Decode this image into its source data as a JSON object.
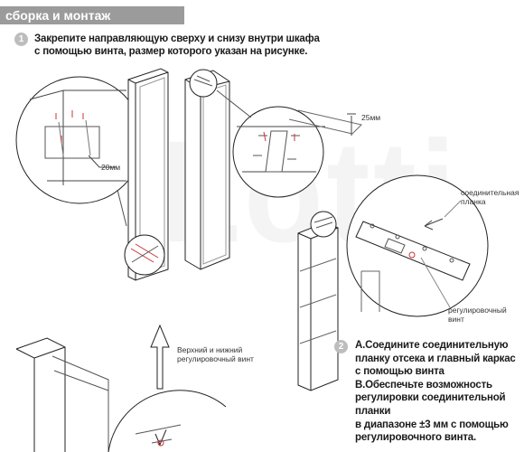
{
  "section": {
    "title": "сборка и монтаж"
  },
  "watermark": "Lotti",
  "step1": {
    "number": "1",
    "text": "Закрепите направляющую сверху и снизу внутри шкафа\nс помощью винта, размер которого указан на рисунке."
  },
  "step2": {
    "number": "2",
    "text": "A.Соедините соединительную\nпланку отсека и главный каркас\nс помощью винта\nB.Обеспечьте возможность\nрегулировки соединительной планки\nв диапазоне ±3 мм с помощью\nрегулировочного винта."
  },
  "labels": {
    "dim_20": "20мм",
    "dim_25": "25мм",
    "connecting_plate": "соединительная\nпланка",
    "adjust_screw": "регулировочный\nвинт",
    "top_bottom_screw": "Верхний и нижний\nрегулировочный винт"
  }
}
